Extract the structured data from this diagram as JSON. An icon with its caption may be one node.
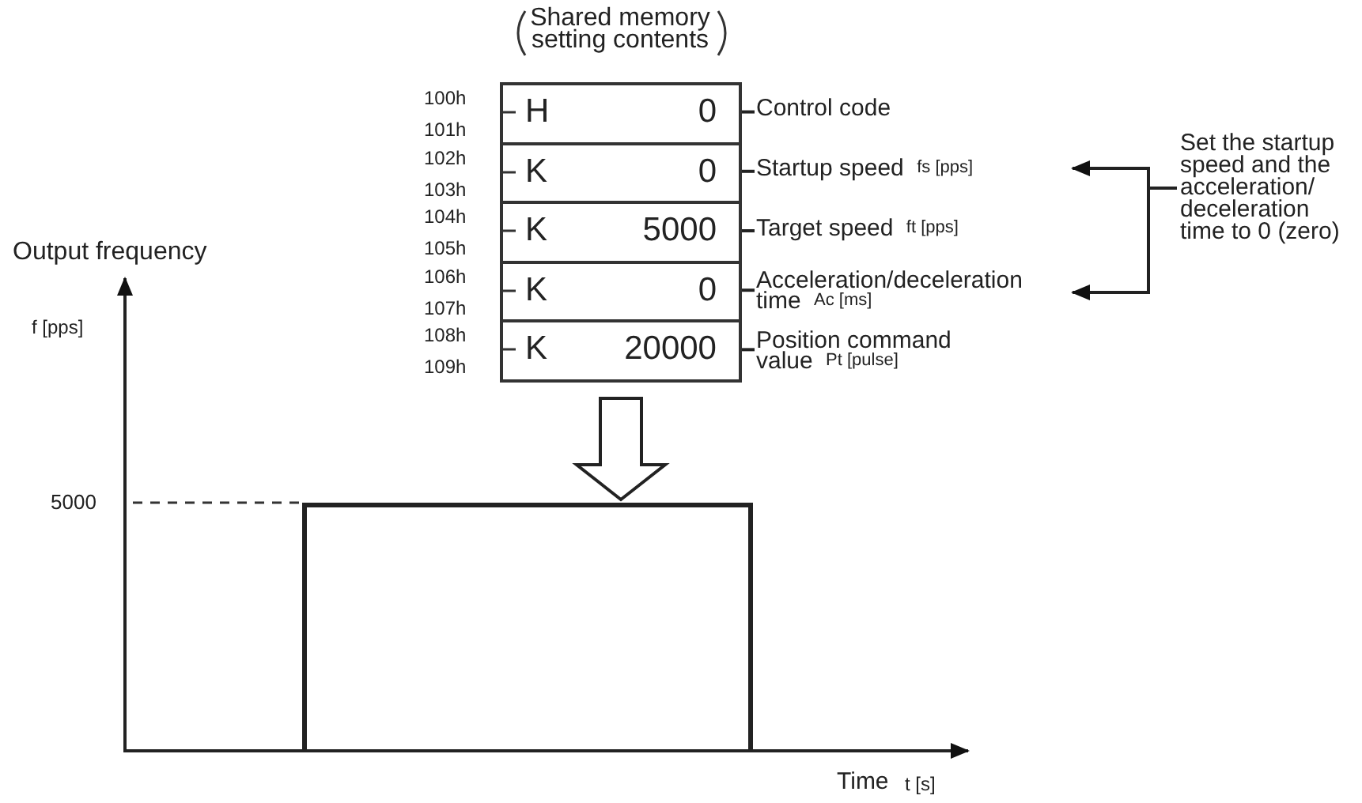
{
  "diagram": {
    "nodes": [
      {
        "text": [
          "Shared memory setting contents"
        ]
      },
      {
        "text": [
          "H",
          "0"
        ],
        "in": 0,
        "beside": [
          "100h",
          "101h"
        ]
      },
      {
        "text": [
          "K",
          "0"
        ],
        "in": 0,
        "beside": [
          "102h",
          "103h"
        ]
      },
      {
        "text": [
          "K",
          "5000"
        ],
        "in": 0,
        "beside": [
          "104h",
          "105h"
        ]
      },
      {
        "text": [
          "K",
          "0"
        ],
        "in": 0,
        "beside": [
          "106h",
          "107h"
        ]
      },
      {
        "text": [
          "K",
          "20000"
        ],
        "in": 0,
        "beside": [
          "108h",
          "109h"
        ]
      },
      {
        "text": [
          "Control code"
        ]
      },
      {
        "text": [
          "Startup speed",
          "fs [pps]"
        ]
      },
      {
        "text": [
          "Target speed",
          "ft [pps]"
        ]
      },
      {
        "text": [
          "Acceleration/deceleration time",
          "Ac [ms]"
        ]
      },
      {
        "text": [
          "Position command value",
          "Pt [pulse]"
        ]
      },
      {
        "text": [
          "Set the startup speed and the acceleration/ deceleration time to 0 (zero)"
        ]
      },
      {
        "text": [],
        "shape": "bar"
      }
    ],
    "edges": [
      {
        "from": 1,
        "to": 6,
        "arrow": "none"
      },
      {
        "from": 2,
        "to": 7,
        "arrow": "none"
      },
      {
        "from": 3,
        "to": 8,
        "arrow": "none"
      },
      {
        "from": 4,
        "to": 9,
        "arrow": "none"
      },
      {
        "from": 5,
        "to": 10,
        "arrow": "none"
      },
      {
        "from": 11,
        "to": 7,
        "arrow": "to"
      },
      {
        "from": 11,
        "to": 9,
        "arrow": "to"
      },
      {
        "from": 0,
        "to": 12,
        "arrow": "to",
        "style": "thick"
      }
    ],
    "labels": [
      "Output frequency",
      "f [pps]",
      "5000",
      "Time",
      "t [s]"
    ]
  }
}
